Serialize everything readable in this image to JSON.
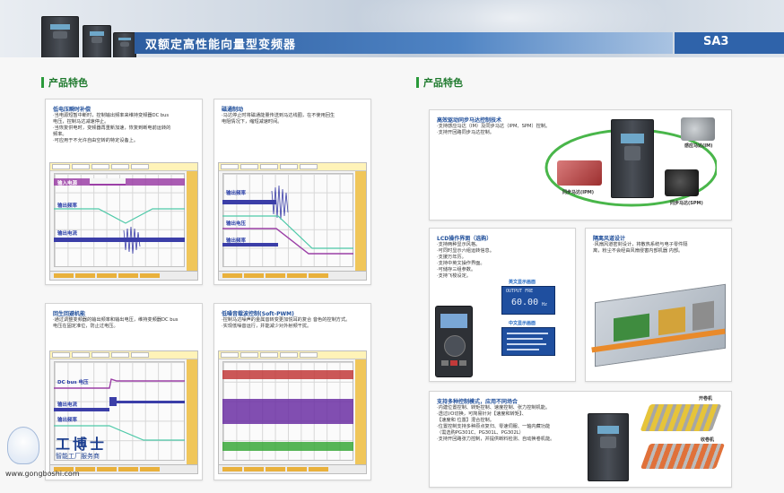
{
  "header": {
    "title": "双额定高性能向量型变频器",
    "model": "SA3"
  },
  "left": {
    "section_title": "产品特色",
    "panels": [
      {
        "title": "低电压瞬时补偿",
        "desc": [
          "·当电源短暂中断时，控制输出频率来维持变频器DC  bus",
          "  电压，控制马达减速停止。",
          "·当恢复供电时，变频器再重新加速，恢复到断电前运转的",
          "  频率。",
          "·可应用于不允许自由空转的特定设备上。"
        ],
        "traces": [
          "输入电源",
          "输出频率",
          "输出电流"
        ]
      },
      {
        "title": "磁通制动",
        "desc": [
          "·马达停止时将磁通能量传送到马达线圈，在不使用回生",
          "  电阻情况下，缩短减速时间。"
        ],
        "traces": [
          "输出频率",
          "输出电压",
          "输出频率"
        ]
      },
      {
        "title": "回生回避机能",
        "desc": [
          "·通过调整变频器的输出频率和输出电压，维持变频器DC bus",
          "  电压在固定准位，防止过电压。"
        ],
        "traces": [
          "DC bus 电压",
          "输出电流",
          "输出频率"
        ]
      },
      {
        "title": "低噪音载波控制(Soft-PWM)",
        "desc": [
          "·控制马达噪声的金属音转变更加悦耳的复合 音色的控制方式。",
          "·实现低噪音运行，并能减少对外射频干扰。"
        ],
        "traces": []
      }
    ]
  },
  "right": {
    "section_title": "产品特色",
    "motor_panel": {
      "title": "高效驱动同步马达控制技术",
      "desc": [
        "·支持感应马达（IM）及同步马达（IPM、SPM）控制。",
        "·支持开回路同步马达控制。"
      ],
      "labels": {
        "im": "感应马达(IM)",
        "ipm": "同步马达(IPM)",
        "spm": "同步马达(SPM)"
      }
    },
    "lcd_panel": {
      "title": "LCD操作界面（选购）",
      "desc": [
        "·支持两种显示风格。",
        "·可同时显示六组运转信息。",
        "·支援万年历。",
        "·支持中英文操作界面。",
        "·可储存三组参数。",
        "·支持飞梭设定。"
      ],
      "en_caption": "英文显示画面",
      "cn_caption": "中文显示画面",
      "screen_en_line1": "OUTPUT FRE",
      "screen_en_line2": "60.00",
      "screen_en_unit": "Hz"
    },
    "cooling_panel": {
      "title": "隔离风道设计",
      "desc": [
        "·风扇风道密封设计，将散热系统与电子零件隔",
        "  离，粉尘不会经由风扇侵害内部机器 内部。"
      ]
    },
    "app_panel": {
      "title": "支持多种控制模式，应用不同场合",
      "desc": [
        "·内建位置控制、转矩控制、速度控制、张力控制机能。",
        "·透过I/O切换，可简易针对【速度和转矩】、",
        "  【速度和 位置】混合控制。",
        "·位置控制支持多种原点复归、零速伺服、一轴内藏功能",
        "  （需选购PG301C、PG301L、PG302L）",
        "·支持开回路张力控制，并提供断料检测、自动换卷机能。"
      ],
      "label_top": "开卷机",
      "label_bottom": "收卷机"
    }
  },
  "watermark": {
    "brand": "工博士",
    "slogan": "智能工厂服务商",
    "url": "www.gongboshi.com"
  },
  "colors": {
    "accent_green": "#2a9a3a",
    "title_blue": "#2f63aa",
    "trace_blue": "#2a3fa8"
  }
}
